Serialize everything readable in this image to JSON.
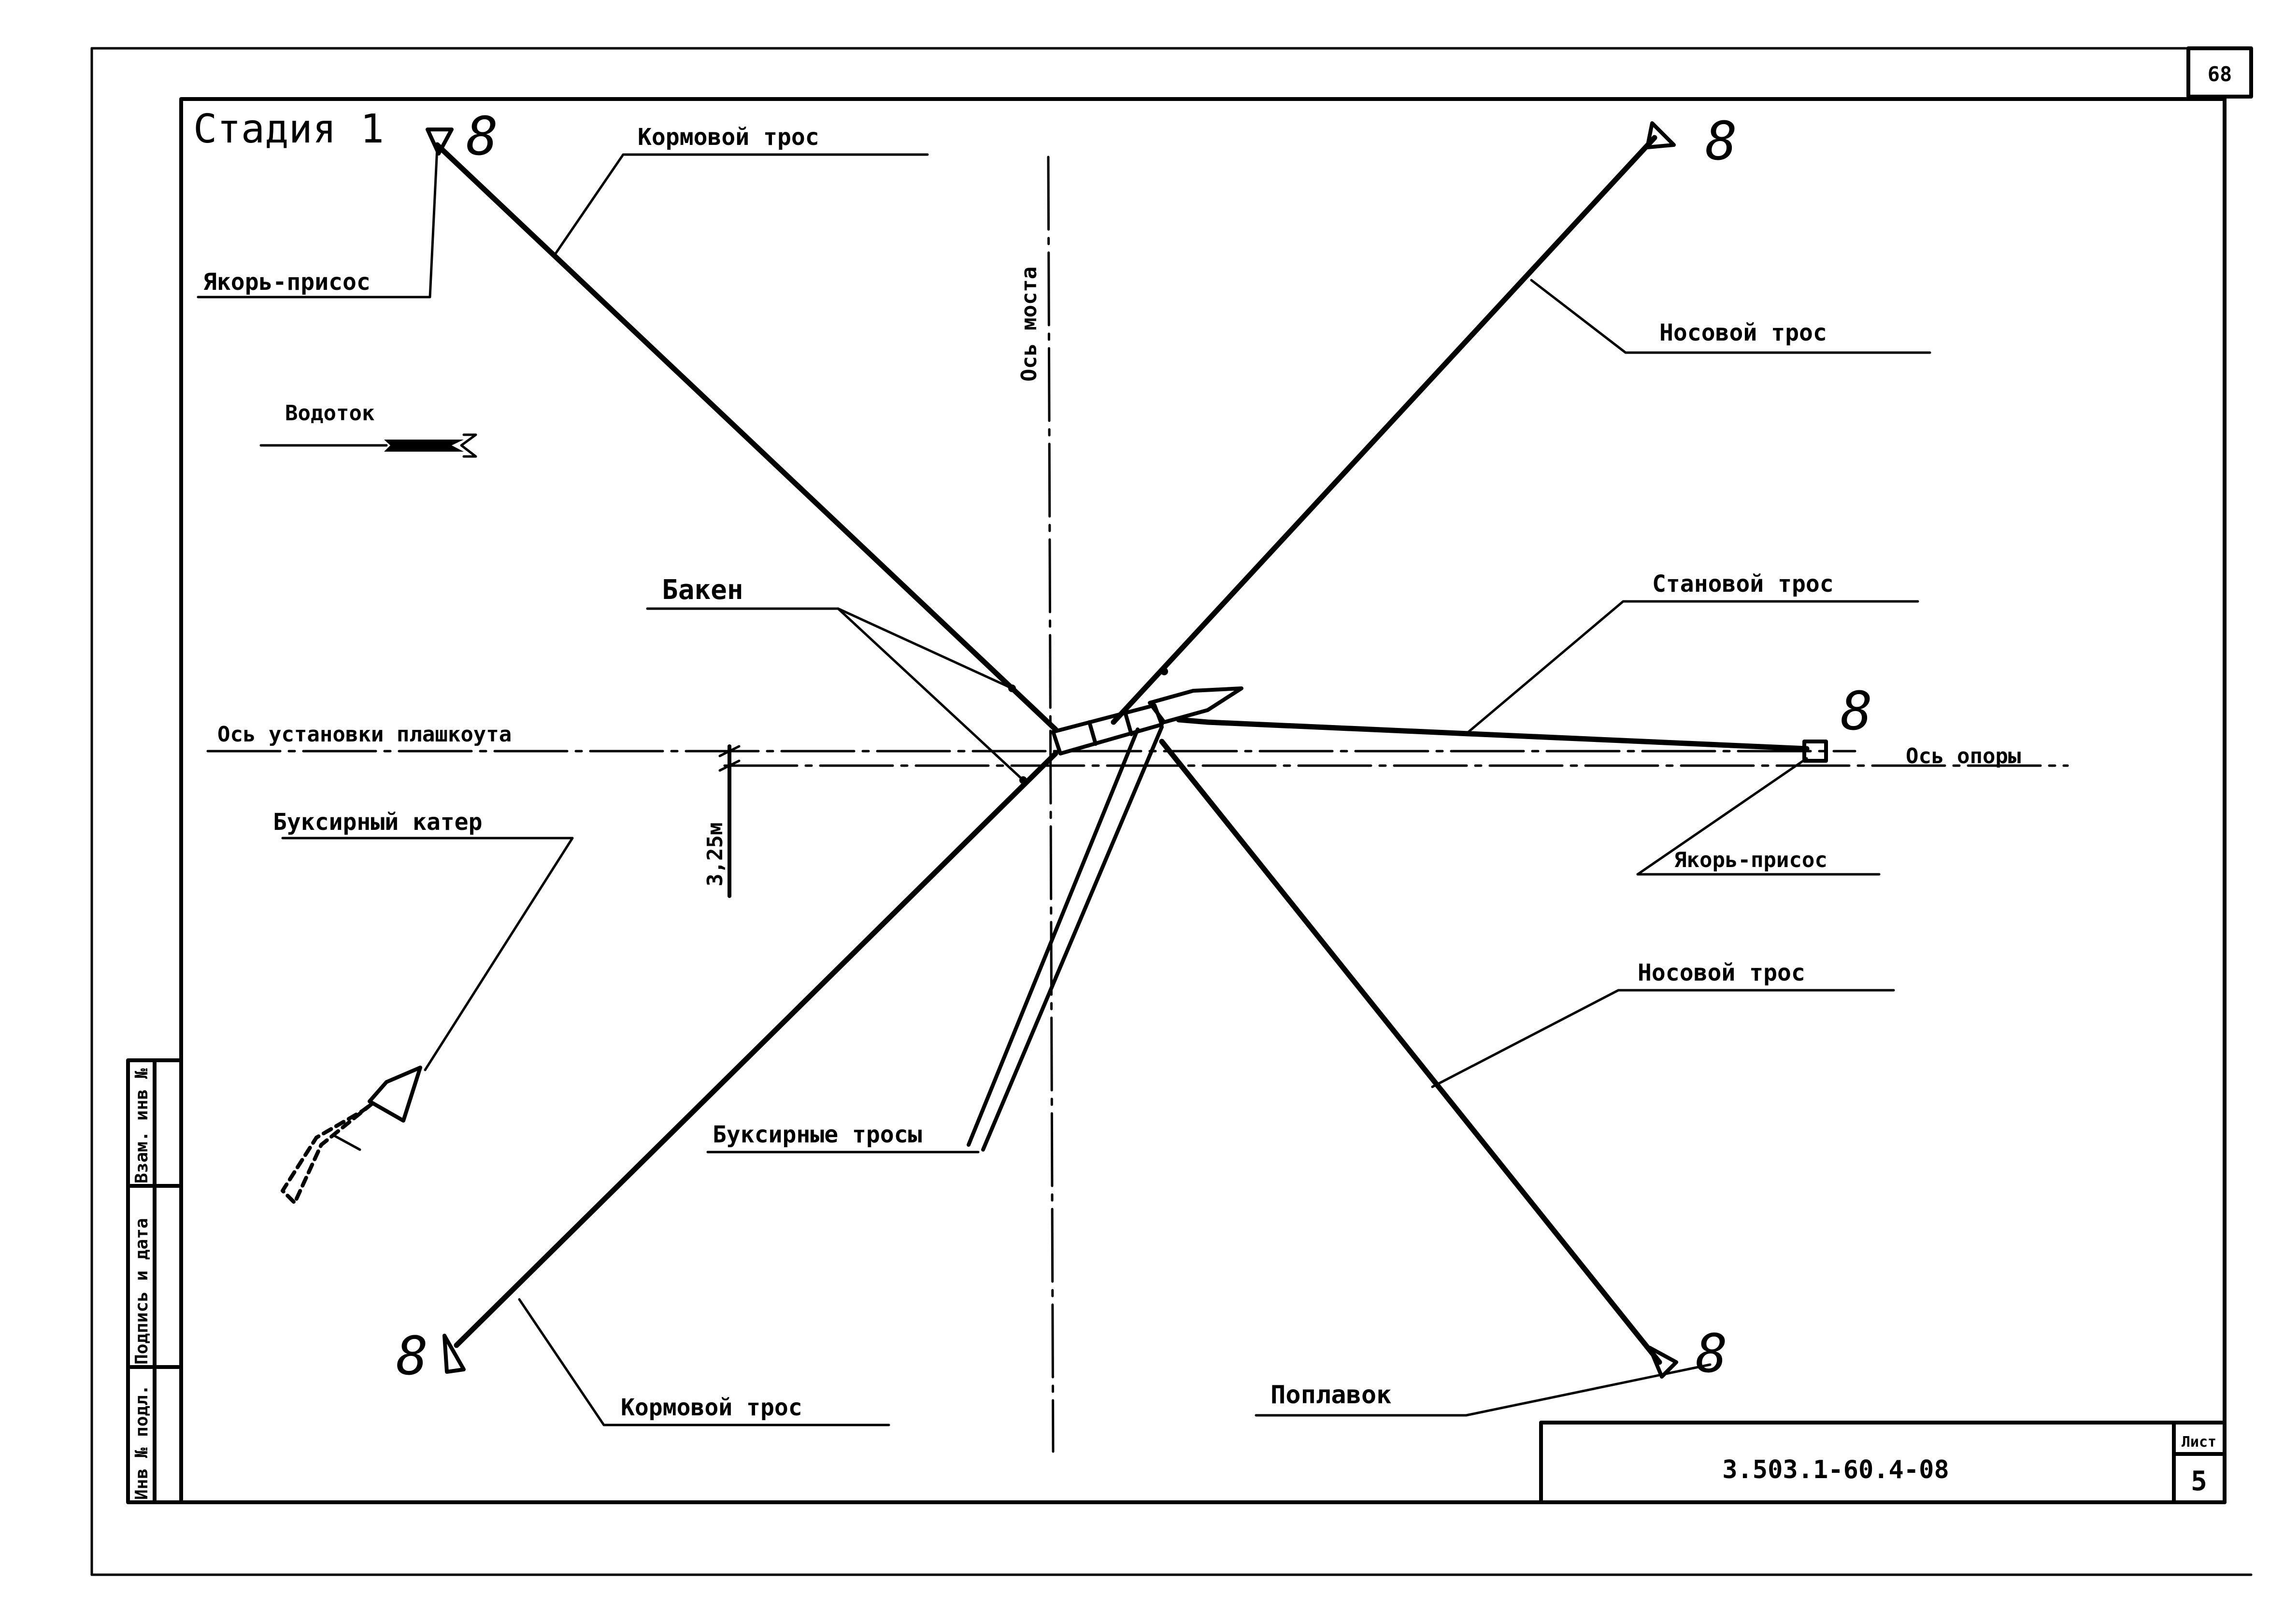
{
  "sheet": {
    "page_number": "68",
    "stage_title": "Стадия 1",
    "drawing_code": "3.503.1-60.4-08",
    "sheet_label": "Лист",
    "sheet_number": "5"
  },
  "side_stamp": {
    "col1": "Инв № подл.",
    "col2": "Подпись и дата",
    "col3": "Взам. инв №"
  },
  "labels": {
    "stern_cable_top": "Кормовой трос",
    "anchor_left": "Якорь-присос",
    "current": "Водоток",
    "bridge_axis": "Ось моста",
    "bow_cable_top": "Носовой трос",
    "buoy": "Бакен",
    "mooring_cable": "Становой трос",
    "pontoon_axis": "Ось установки плашкоута",
    "support_axis": "Ось опоры",
    "offset": "3,25м",
    "anchor_right": "Якорь-присос",
    "tug": "Буксирный катер",
    "bow_cable_bottom": "Носовой трос",
    "tow_cables": "Буксирные тросы",
    "stern_cable_bottom": "Кормовой трос",
    "float": "Поплавок"
  },
  "anchor_numbers": {
    "top_left": "8",
    "top_right": "8",
    "right": "8",
    "bottom_left": "8",
    "bottom_right": "8"
  }
}
